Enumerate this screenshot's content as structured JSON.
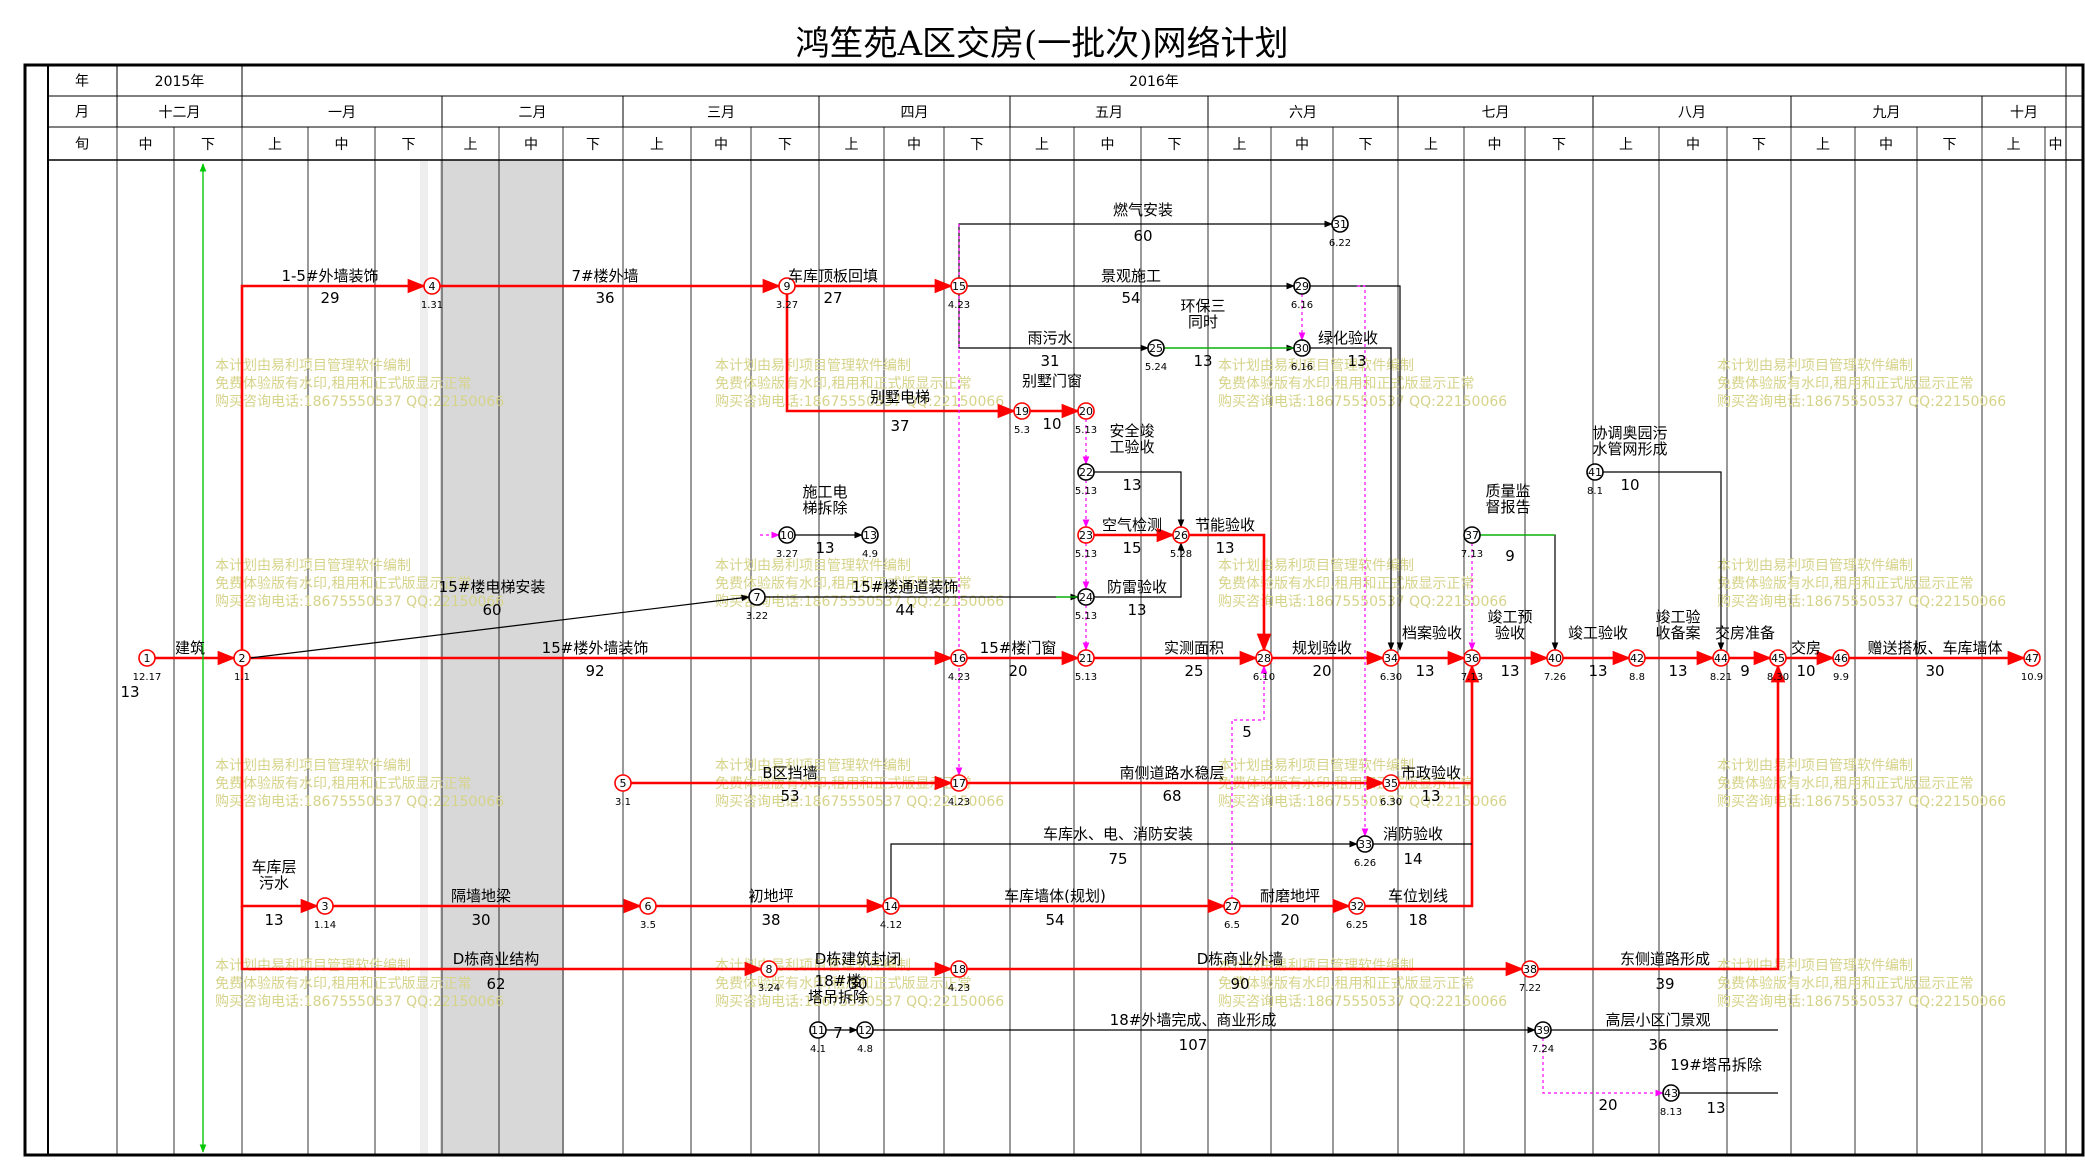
{
  "title": "鸿笙苑A区交房(一批次)网络计划",
  "header": {
    "row_labels": [
      "年",
      "月",
      "旬"
    ],
    "years": [
      "2015年",
      "2016年"
    ],
    "months": [
      "十二月",
      "一月",
      "二月",
      "三月",
      "四月",
      "五月",
      "六月",
      "七月",
      "八月",
      "九月",
      "十月"
    ],
    "dekads": [
      "中",
      "下",
      "上",
      "中",
      "下",
      "上",
      "中",
      "下",
      "上",
      "中",
      "下",
      "上",
      "中",
      "下",
      "上",
      "中",
      "下",
      "上",
      "中",
      "下",
      "上",
      "中",
      "下",
      "上",
      "中",
      "下",
      "上",
      "中",
      "下",
      "上",
      "中"
    ]
  },
  "watermark": [
    "本计划由易利项目管理软件编制",
    "免费体验版有水印,租用和正式版显示正常",
    "购买咨询电话:18675550537 QQ:22150066"
  ],
  "colors": {
    "critical": "#ff0000",
    "normal": "#000000",
    "dummy": "#ff00ff",
    "float": "#00c800",
    "shade": "#d8d8d8"
  },
  "nodes": [
    {
      "id": "1",
      "date": "12.17"
    },
    {
      "id": "2",
      "date": "1.1"
    },
    {
      "id": "3",
      "date": "1.14"
    },
    {
      "id": "4",
      "date": "1.31"
    },
    {
      "id": "5",
      "date": "3.1"
    },
    {
      "id": "6",
      "date": "3.5"
    },
    {
      "id": "7",
      "date": "3.22"
    },
    {
      "id": "8",
      "date": "3.24"
    },
    {
      "id": "9",
      "date": "3.27"
    },
    {
      "id": "10",
      "date": "3.27"
    },
    {
      "id": "11",
      "date": "4.1"
    },
    {
      "id": "12",
      "date": "4.8"
    },
    {
      "id": "13",
      "date": "4.9"
    },
    {
      "id": "14",
      "date": "4.12"
    },
    {
      "id": "15",
      "date": "4.23"
    },
    {
      "id": "16",
      "date": "4.23"
    },
    {
      "id": "17",
      "date": "4.23"
    },
    {
      "id": "18",
      "date": "4.23"
    },
    {
      "id": "19",
      "date": "5.3"
    },
    {
      "id": "20",
      "date": "5.13"
    },
    {
      "id": "21",
      "date": "5.13"
    },
    {
      "id": "22",
      "date": "5.13"
    },
    {
      "id": "23",
      "date": "5.13"
    },
    {
      "id": "24",
      "date": "5.13"
    },
    {
      "id": "25",
      "date": "5.24"
    },
    {
      "id": "26",
      "date": "5.28"
    },
    {
      "id": "27",
      "date": "6.5"
    },
    {
      "id": "28",
      "date": "6.10"
    },
    {
      "id": "29",
      "date": "6.16"
    },
    {
      "id": "30",
      "date": "6.16"
    },
    {
      "id": "31",
      "date": "6.22"
    },
    {
      "id": "32",
      "date": "6.25"
    },
    {
      "id": "33",
      "date": "6.26"
    },
    {
      "id": "34",
      "date": "6.30"
    },
    {
      "id": "35",
      "date": "6.30"
    },
    {
      "id": "36",
      "date": "7.13"
    },
    {
      "id": "37",
      "date": "7.13"
    },
    {
      "id": "38",
      "date": "7.22"
    },
    {
      "id": "39",
      "date": "7.24"
    },
    {
      "id": "40",
      "date": "7.26"
    },
    {
      "id": "41",
      "date": "8.1"
    },
    {
      "id": "42",
      "date": "8.8"
    },
    {
      "id": "43",
      "date": "8.13"
    },
    {
      "id": "44",
      "date": "8.21"
    },
    {
      "id": "45",
      "date": "8.30"
    },
    {
      "id": "46",
      "date": "9.9"
    },
    {
      "id": "47",
      "date": "10.9"
    }
  ],
  "activities": [
    {
      "name": "建筑",
      "dur": "13"
    },
    {
      "name": "1-5#外墙装饰",
      "dur": "29"
    },
    {
      "name": "7#楼外墙",
      "dur": "36"
    },
    {
      "name": "车库顶板回填",
      "dur": "27"
    },
    {
      "name": "燃气安装",
      "dur": "60"
    },
    {
      "name": "景观施工",
      "dur": "54"
    },
    {
      "name": "雨污水",
      "dur": "31"
    },
    {
      "name": "环保三同时",
      "dur": "13"
    },
    {
      "name": "绿化验收",
      "dur": "13"
    },
    {
      "name": "别墅电梯",
      "dur": "37"
    },
    {
      "name": "别墅门窗",
      "dur": "10"
    },
    {
      "name": "安全竣工验收",
      "dur": "13"
    },
    {
      "name": "施工电梯拆除",
      "dur": "13"
    },
    {
      "name": "空气检测",
      "dur": "15"
    },
    {
      "name": "节能验收",
      "dur": "13"
    },
    {
      "name": "15#楼电梯安装",
      "dur": "60"
    },
    {
      "name": "15#楼通道装饰",
      "dur": "44"
    },
    {
      "name": "防雷验收",
      "dur": "13"
    },
    {
      "name": "15#楼外墙装饰",
      "dur": "92"
    },
    {
      "name": "15#楼门窗",
      "dur": "20"
    },
    {
      "name": "实测面积",
      "dur": "25"
    },
    {
      "name": "规划验收",
      "dur": "20"
    },
    {
      "name": "档案验收",
      "dur": "13"
    },
    {
      "name": "质量监督报告",
      "dur": "9"
    },
    {
      "name": "竣工预验收",
      "dur": "13"
    },
    {
      "name": "竣工验收",
      "dur": "13"
    },
    {
      "name": "竣工验收备案",
      "dur": "13"
    },
    {
      "name": "交房准备",
      "dur": "9"
    },
    {
      "name": "交房",
      "dur": "10"
    },
    {
      "name": "赠送搭板、车库墙体",
      "dur": "30"
    },
    {
      "name": "协调奥园污水管网形成",
      "dur": "10"
    },
    {
      "name": "B区挡墙",
      "dur": "53"
    },
    {
      "name": "南侧道路水稳层",
      "dur": "68"
    },
    {
      "name": "市政验收",
      "dur": "13"
    },
    {
      "name": "车库水、电、消防安装",
      "dur": "75"
    },
    {
      "name": "消防验收",
      "dur": "14"
    },
    {
      "name": "车库层污水",
      "dur": "13"
    },
    {
      "name": "隔墙地梁",
      "dur": "30"
    },
    {
      "name": "初地坪",
      "dur": "38"
    },
    {
      "name": "车库墙体(规划)",
      "dur": "54"
    },
    {
      "name": "耐磨地坪",
      "dur": "20"
    },
    {
      "name": "车位划线",
      "dur": "18"
    },
    {
      "name": "D栋商业结构",
      "dur": "62"
    },
    {
      "name": "D栋建筑封闭",
      "dur": "30"
    },
    {
      "name": "D栋商业外墙",
      "dur": "90"
    },
    {
      "name": "东侧道路形成",
      "dur": "39"
    },
    {
      "name": "18#楼塔吊拆除",
      "dur": "7"
    },
    {
      "name": "18#外墙完成、商业形成",
      "dur": "107"
    },
    {
      "name": "高层小区门景观",
      "dur": "36"
    },
    {
      "name": "19#塔吊拆除",
      "dur": "13"
    },
    {
      "name": "",
      "dur": "5"
    },
    {
      "name": "",
      "dur": "20"
    }
  ]
}
